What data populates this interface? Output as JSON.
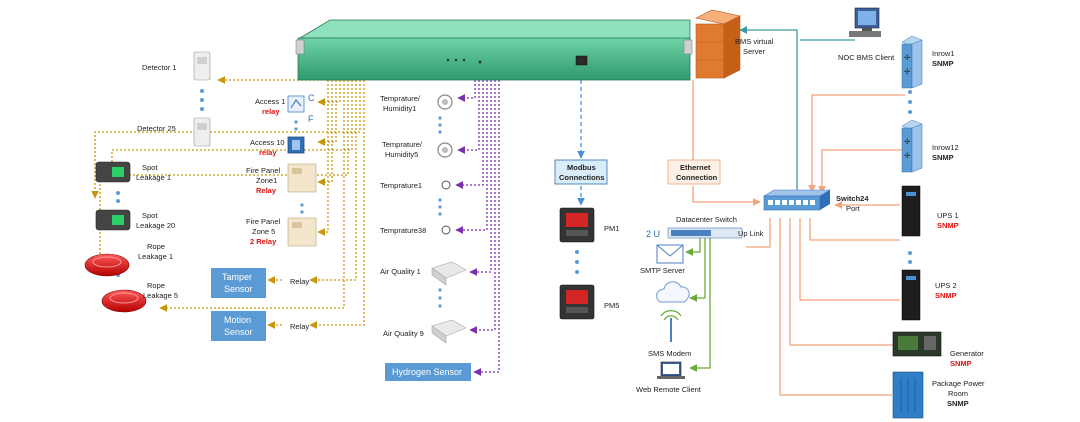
{
  "labels": {
    "detector1": "Detector 1",
    "detector25": "Detector 25",
    "spot1_a": "Spot",
    "spot1_b": "Leakage 1",
    "spot20_a": "Spot",
    "spot20_b": "Leakage 20",
    "rope1_a": "Rope",
    "rope1_b": "Leakage 1",
    "rope5_a": "Rope",
    "rope5_b": "Leakage 5",
    "access1": "Access 1",
    "access1_relay": "relay",
    "access10": "Access 10",
    "access10_relay": "relay",
    "c_letter": "C",
    "f_letter": "F",
    "fire1_a": "Fire Panel",
    "fire1_b": "Zone1",
    "fire1_relay": "Relay",
    "fire5_a": "Fire Panel",
    "fire5_b": "Zone 5",
    "fire5_relay": "2 Relay",
    "tamper_a": "Tamper",
    "tamper_b": "Sensor",
    "motion_a": "Motion",
    "motion_b": "Sensor",
    "relay1": "Relay",
    "relay2": "Relay",
    "th1_a": "Temprature/",
    "th1_b": "Humidity1",
    "th5_a": "Temprature/",
    "th5_b": "Humidity5",
    "temp1": "Temprature1",
    "temp38": "Temprature38",
    "aq1": "Air Quality 1",
    "aq9": "Air Quality 9",
    "hydrogen": "Hydrogen Sensor",
    "modbus_a": "Modbus",
    "modbus_b": "Connections",
    "pm1": "PM1",
    "pm5": "PM5",
    "bms_a": "BMS virtual",
    "bms_b": "Server",
    "noc": "NOC BMS Client",
    "eth_a": "Ethernet",
    "eth_b": "Connection",
    "switch_a": "Switch24",
    "switch_b": "Port",
    "dc_switch": "Datacenter Switch",
    "two_u": "2 U",
    "uplink": "Up Link",
    "smtp": "SMTP Server",
    "sms": "SMS Modem",
    "web": "Web Remote Client",
    "inrow1": "Inrow1",
    "inrow12": "Inrow12",
    "ups1": "UPS 1",
    "ups2": "UPS 2",
    "generator": "Generator",
    "pkg_a": "Package Power",
    "pkg_b": "Room",
    "snmp": "SNMP"
  },
  "colors": {
    "gold": "#c8960c",
    "purple": "#7a2fb0",
    "blue_dash": "#4a90d9",
    "orange": "#f2a47a",
    "green": "#6aaa3a",
    "teal": "#3a9aa0",
    "box_blue": "#5b9bd5",
    "rack_green": "#3aa878",
    "red": "#e01010"
  }
}
